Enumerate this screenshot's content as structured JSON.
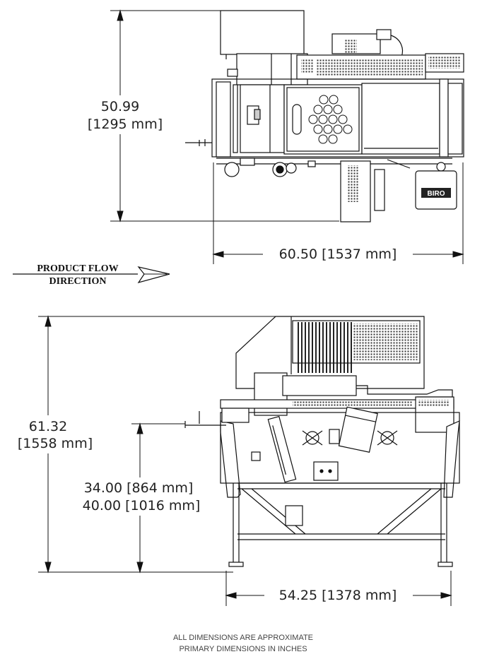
{
  "top_view": {
    "depth_in": "50.99",
    "depth_mm": "[1295  mm]",
    "width": "60.50  [1537  mm]",
    "logo": "BIRO"
  },
  "flow": {
    "line1": "PRODUCT  FLOW",
    "line2": "DIRECTION"
  },
  "side_view": {
    "height_in": "61.32",
    "height_mm": "[1558  mm]",
    "table_height_low": "34.00  [864  mm]",
    "table_height_high": "40.00  [1016  mm]",
    "width": "54.25  [1378  mm]"
  },
  "notes": {
    "line1": "ALL DIMENSIONS ARE APPROXIMATE",
    "line2": "PRIMARY DIMENSIONS IN INCHES"
  },
  "colors": {
    "line": "#111111",
    "shade": "#d6d6d6",
    "mesh": "#444444",
    "hatch": "#222222"
  }
}
